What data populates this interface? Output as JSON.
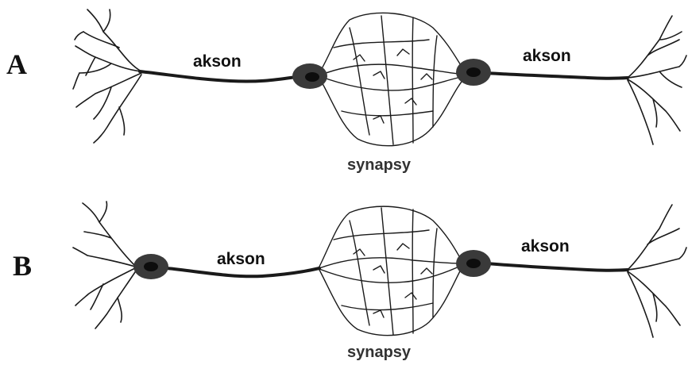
{
  "panel_a": {
    "letter": "A",
    "axon_label_1": "akson",
    "axon_label_2": "akson",
    "synapse_label": "synapsy"
  },
  "panel_b": {
    "letter": "B",
    "axon_label_1": "akson",
    "axon_label_2": "akson",
    "synapse_label": "synapsy"
  },
  "colors": {
    "ink": "#1a1a1a",
    "soma": "#3a3a3a",
    "nucleus": "#0d0d0d"
  }
}
